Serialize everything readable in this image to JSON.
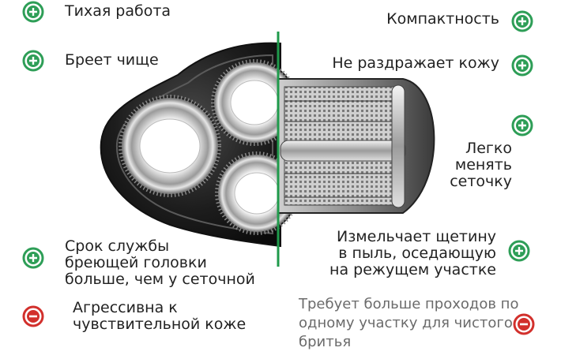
{
  "pros_left": [
    {
      "text": "Тихая работа",
      "icon": "plus-icon"
    },
    {
      "text": "Бреет чище",
      "icon": "plus-icon"
    },
    {
      "text": "Срок службы\nбреющей головки\nбольше, чем у сеточной",
      "icon": "plus-icon"
    }
  ],
  "cons_left": [
    {
      "text": "Агрессивна к\nчувствительной коже",
      "icon": "minus-icon"
    }
  ],
  "pros_right": [
    {
      "text": "Компактность",
      "icon": "plus-icon"
    },
    {
      "text": "Не раздражает кожу",
      "icon": "plus-icon"
    },
    {
      "text": "Легко\nменять\nсеточку",
      "icon": "plus-icon"
    },
    {
      "text": "Измельчает щетину\nв пыль, оседающую\nна режущем участке",
      "icon": "plus-icon"
    }
  ],
  "cons_right": [
    {
      "text": "Требует больше проходов по\nодному участку для чистого\nбритья",
      "icon": "minus-icon"
    }
  ],
  "colors": {
    "plus": "#2e9e57",
    "minus": "#d2302c",
    "divider": "#1f9a4b"
  }
}
